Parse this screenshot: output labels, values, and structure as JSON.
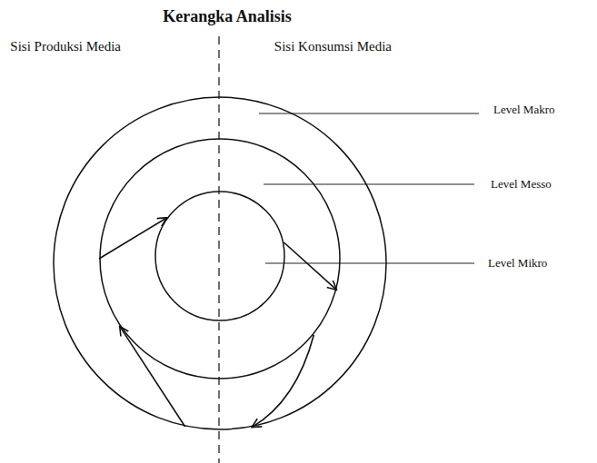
{
  "diagram": {
    "title": "Kerangka Analisis",
    "nodes": [
      {
        "text": [
          "Level Makro"
        ]
      },
      {
        "text": [
          "Level Messo"
        ],
        "in": 0
      },
      {
        "text": [
          "Level Mikro"
        ],
        "in": 1
      }
    ],
    "edges": [
      {
        "from": 0,
        "to": 1,
        "arrow": "to"
      },
      {
        "from": 1,
        "to": 2,
        "arrow": "to"
      },
      {
        "from": 2,
        "to": 1,
        "arrow": "to"
      },
      {
        "from": 1,
        "to": 0,
        "arrow": "to"
      }
    ],
    "labels": [
      "Sisi Produksi Media",
      "Sisi Konsumsi Media"
    ]
  }
}
